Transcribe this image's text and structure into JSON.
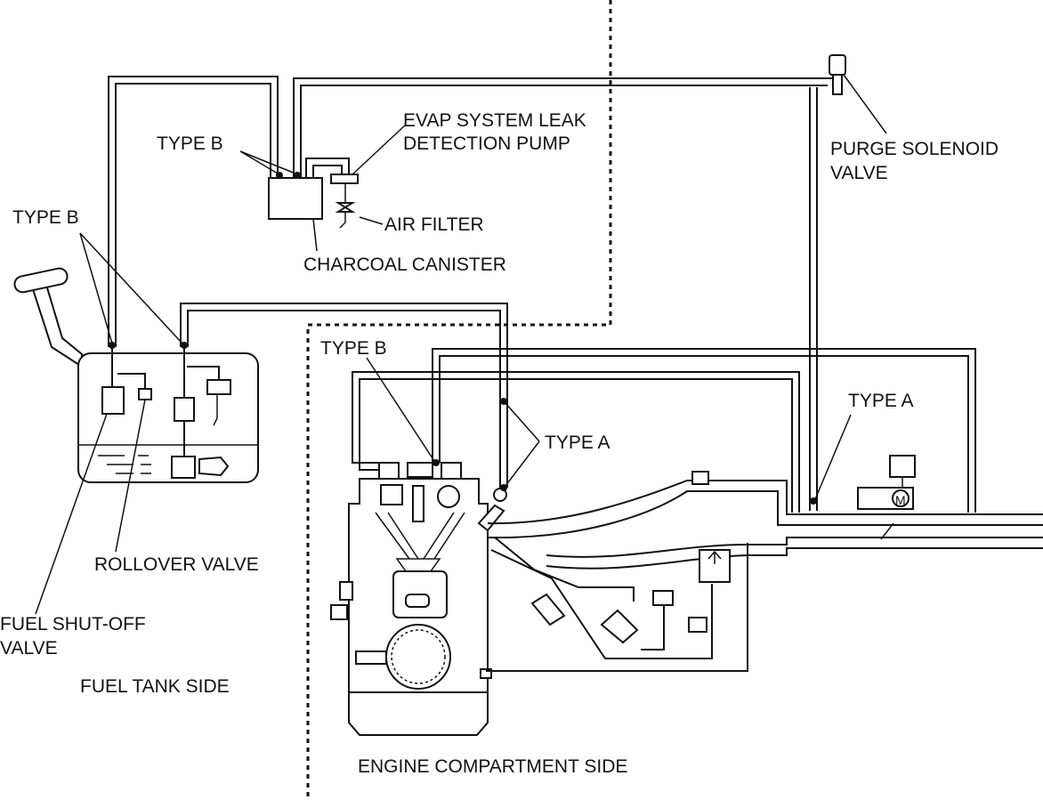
{
  "labels": {
    "evap_line1": "EVAP SYSTEM LEAK",
    "evap_line2": "DETECTION PUMP",
    "type_b_canister": "TYPE B",
    "purge_line1": "PURGE SOLENOID",
    "purge_line2": "VALVE",
    "air_filter": "AIR FILTER",
    "type_b_tank": "TYPE B",
    "charcoal_canister": "CHARCOAL CANISTER",
    "type_b_engine": "TYPE B",
    "type_a_right": "TYPE A",
    "type_a_engine": "TYPE A",
    "rollover_valve": "ROLLOVER VALVE",
    "shutoff_line1": "FUEL SHUT-OFF",
    "shutoff_line2": "VALVE",
    "fuel_tank_side": "FUEL TANK SIDE",
    "engine_side": "ENGINE COMPARTMENT SIDE",
    "motor_symbol": "M"
  }
}
